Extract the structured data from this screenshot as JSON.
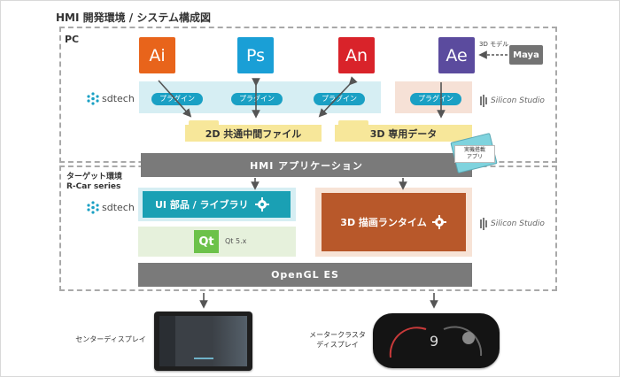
{
  "title": "HMI 開発環境 / システム構成図",
  "pc_zone": {
    "label": "PC"
  },
  "target_zone": {
    "label_line1": "ターゲット環境",
    "label_line2": "R-Car series"
  },
  "apps": [
    {
      "abbr": "Ai",
      "color": "#e8641b"
    },
    {
      "abbr": "Ps",
      "color": "#1a9fd6"
    },
    {
      "abbr": "An",
      "color": "#d9232a"
    },
    {
      "abbr": "Ae",
      "color": "#5b4b9e"
    }
  ],
  "maya": {
    "label": "Maya",
    "note": "3D モデル",
    "color": "#737373"
  },
  "plugin_label": "プラグイン",
  "brands": {
    "sdtech": "sdtech",
    "silicon_studio": "Silicon Studio"
  },
  "files": {
    "file_2d": "2D 共通中間ファイル",
    "file_3d": "3D 専用データ"
  },
  "hmi_app": {
    "label": "HMI アプリケーション"
  },
  "device_card": {
    "line1": "実機搭載",
    "line2": "アプリ"
  },
  "ui_parts": {
    "label": "UI 部品 / ライブラリ",
    "color": "#1aa0b4"
  },
  "qt": {
    "logo": "Qt",
    "version": "Qt 5.x",
    "color": "#6cc24a"
  },
  "render_3d": {
    "label": "3D 描画ランタイム",
    "color": "#b8582a"
  },
  "opengl": {
    "label": "OpenGL ES"
  },
  "displays": {
    "center": "センターディスプレイ",
    "meter_line1": "メータークラスタ",
    "meter_line2": "ディスプレイ",
    "speed": "9"
  },
  "colors": {
    "band_cyan": "#d6eef3",
    "band_peach": "#f6e1d6",
    "light_green": "#e6f1dc",
    "light_peach": "#f7e3d6",
    "arrow": "#555555"
  }
}
